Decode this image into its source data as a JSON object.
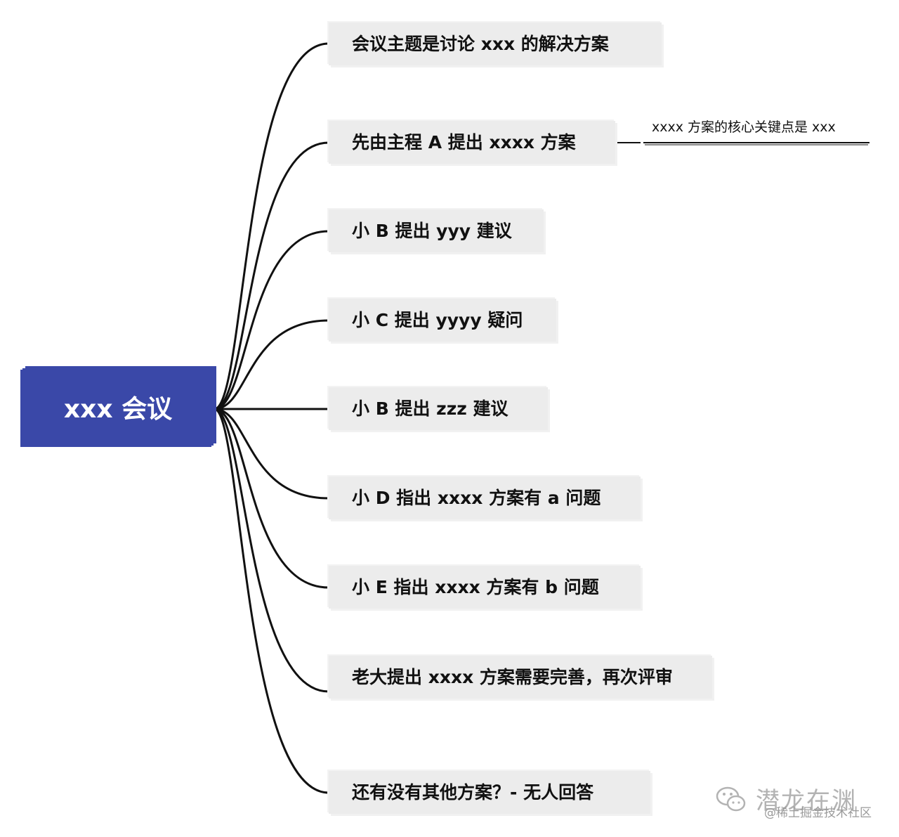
{
  "root": {
    "label": "xxx 会议"
  },
  "branches": [
    {
      "label": "会议主题是讨论 xxx 的解决方案"
    },
    {
      "label": "先由主程 A 提出 xxxx 方案",
      "child": "xxxx 方案的核心关键点是 xxx"
    },
    {
      "label": "小 B 提出 yyy 建议"
    },
    {
      "label": "小 C 提出 yyyy 疑问"
    },
    {
      "label": "小 B 提出 zzz 建议"
    },
    {
      "label": "小 D 指出 xxxx 方案有 a 问题"
    },
    {
      "label": "小 E 指出 xxxx 方案有 b 问题"
    },
    {
      "label": "老大提出 xxxx 方案需要完善，再次评审"
    },
    {
      "label": "还有没有其他方案？- 无人回答"
    }
  ],
  "watermark": {
    "name": "潜龙在渊",
    "sub": "@稀土掘金技术社区",
    "icon": "wechat-icon"
  },
  "colors": {
    "root_bg": "#3a48a8",
    "node_bg": "#ececec",
    "line": "#111111"
  }
}
